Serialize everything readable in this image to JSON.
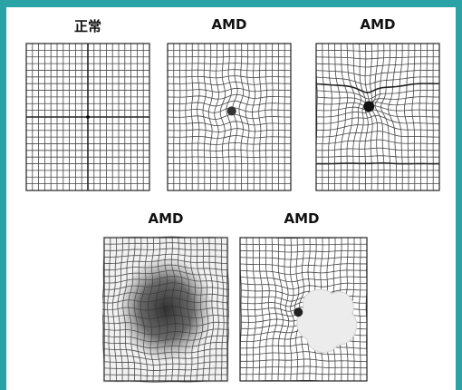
{
  "panels": [
    {
      "label": "正常",
      "kind": "normal"
    },
    {
      "label": "AMD",
      "kind": "spot"
    },
    {
      "label": "AMD",
      "kind": "pinch"
    },
    {
      "label": "AMD",
      "kind": "dark"
    },
    {
      "label": "AMD",
      "kind": "blank"
    }
  ],
  "colors": {
    "frame": "#2aa3a6",
    "grid_line": "#444444",
    "grid_bold": "#222222",
    "paper": "#ffffff",
    "blank_patch": "#ececec"
  }
}
